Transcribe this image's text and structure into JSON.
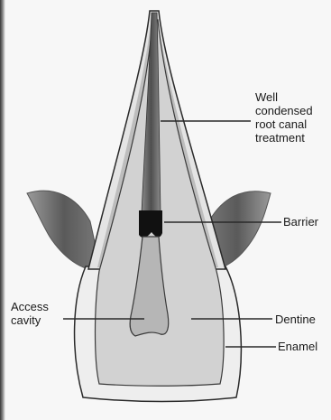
{
  "labels": {
    "root_canal": "Well\ncondensed\nroot canal\ntreatment",
    "barrier": "Barrier",
    "access_cavity": "Access\ncavity",
    "dentine": "Dentine",
    "enamel": "Enamel"
  },
  "colors": {
    "background": "#f7f7f7",
    "enamel_fill": "#eeeeee",
    "dentine_fill": "#d2d2d2",
    "root_filling": "#6a6a6a",
    "barrier": "#111111",
    "bone": "#6e6e6e",
    "line": "#2a2a2a"
  }
}
